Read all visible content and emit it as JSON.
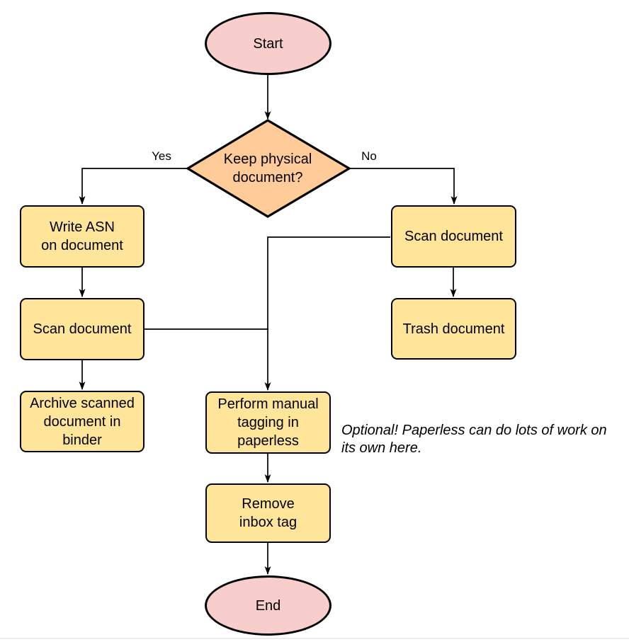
{
  "flowchart": {
    "nodes": {
      "start": {
        "type": "terminator",
        "label": [
          "Start"
        ]
      },
      "decision": {
        "type": "decision",
        "label": [
          "Keep physical",
          "document?"
        ]
      },
      "write_asn": {
        "type": "process",
        "label": [
          "Write ASN",
          "on document"
        ]
      },
      "scan_left": {
        "type": "process",
        "label": [
          "Scan document"
        ]
      },
      "archive": {
        "type": "process",
        "label": [
          "Archive scanned",
          "document in",
          "binder"
        ]
      },
      "scan_right": {
        "type": "process",
        "label": [
          "Scan document"
        ]
      },
      "trash": {
        "type": "process",
        "label": [
          "Trash document"
        ]
      },
      "tagging": {
        "type": "process",
        "label": [
          "Perform manual",
          "tagging in",
          "paperless"
        ]
      },
      "remove_inbox": {
        "type": "process",
        "label": [
          "Remove",
          "inbox tag"
        ]
      },
      "end": {
        "type": "terminator",
        "label": [
          "End"
        ]
      }
    },
    "edge_labels": {
      "yes": "Yes",
      "no": "No"
    },
    "note": [
      "Optional! Paperless can do lots of work on",
      "its own here."
    ],
    "colors": {
      "terminator_fill": "#F8CECC",
      "decision_fill": "#FFCC99",
      "process_fill": "#FFE59A",
      "stroke": "#000000"
    }
  }
}
